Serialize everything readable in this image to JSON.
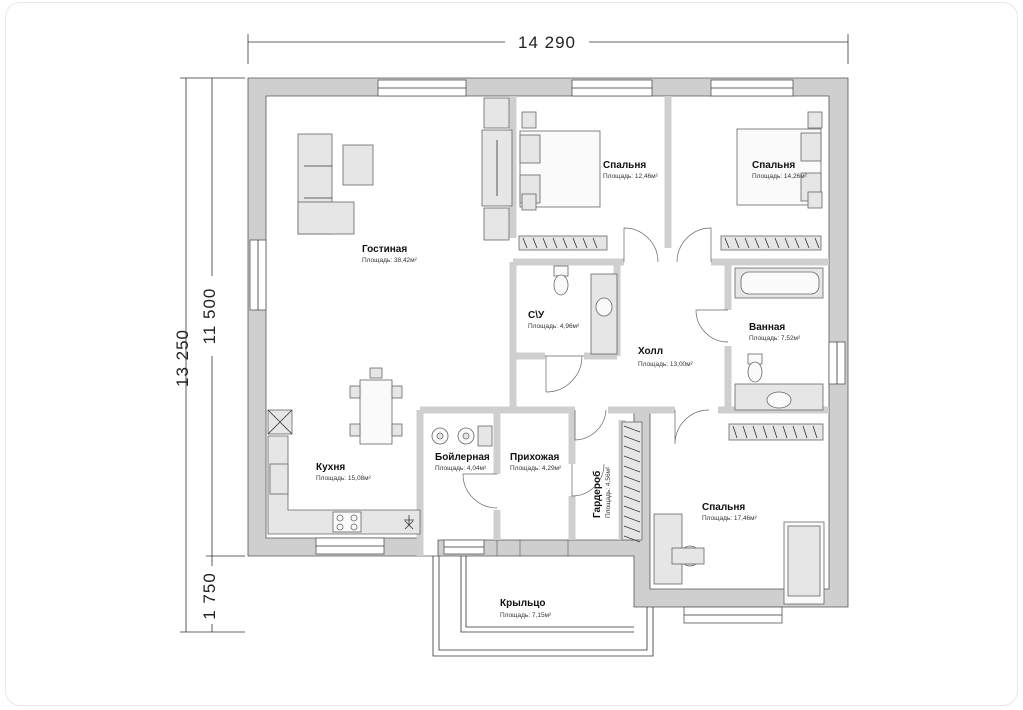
{
  "dimensions": {
    "top_width": "14 290",
    "left_total": "13 250",
    "left_main": "11 500",
    "left_porch": "1 750"
  },
  "rooms": {
    "living": {
      "name": "Гостиная",
      "area": "Площадь: 38,42м²"
    },
    "bedroom1": {
      "name": "Спальня",
      "area": "Площадь: 12,46м²"
    },
    "bedroom2": {
      "name": "Спальня",
      "area": "Площадь: 14,26м²"
    },
    "wc": {
      "name": "С\\У",
      "area": "Площадь: 4,96м²"
    },
    "hall": {
      "name": "Холл",
      "area": "Площадь: 13,00м²"
    },
    "bath": {
      "name": "Ванная",
      "area": "Площадь: 7,52м²"
    },
    "kitchen": {
      "name": "Кухня",
      "area": "Площадь: 15,08м²"
    },
    "boiler": {
      "name": "Бойлерная",
      "area": "Площадь: 4,04м²"
    },
    "entry": {
      "name": "Прихожая",
      "area": "Площадь: 4,29м²"
    },
    "wardrobe": {
      "name": "Гардероб",
      "area": "Площадь: 4,56м²"
    },
    "bedroom3": {
      "name": "Спальня",
      "area": "Площадь: 17,46м²"
    },
    "porch": {
      "name": "Крыльцо",
      "area": "Площадь: 7,15м²"
    }
  },
  "colors": {
    "wall": "#cfcfcf",
    "line": "#333333",
    "furniture": "#e6e6e6"
  }
}
